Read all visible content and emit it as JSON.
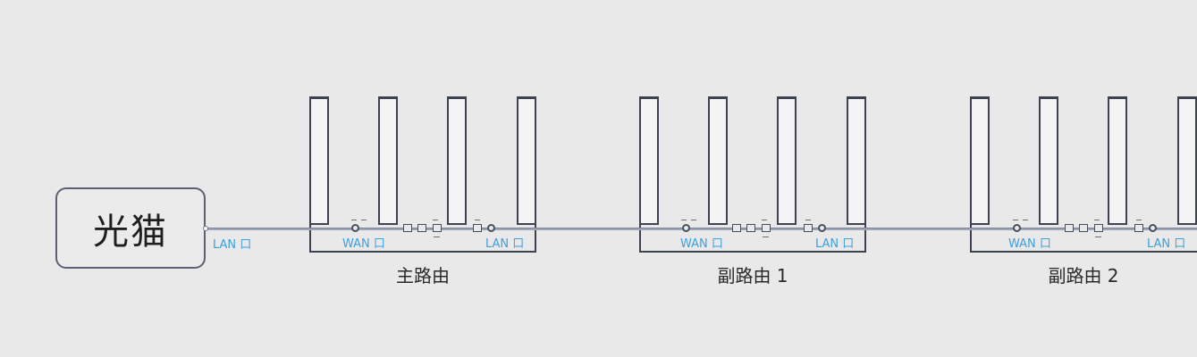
{
  "modem": {
    "label": "光猫",
    "port_label": "LAN 口"
  },
  "routers": [
    {
      "name": "主路由",
      "wan_label": "WAN 口",
      "lan_label": "LAN 口"
    },
    {
      "name": "副路由 1",
      "wan_label": "WAN 口",
      "lan_label": "LAN 口"
    },
    {
      "name": "副路由 2",
      "wan_label": "WAN 口",
      "lan_label": "LAN 口"
    }
  ],
  "colors": {
    "background": "#e9e9e9",
    "outline": "#3d4250",
    "port_label": "#3f9fdc",
    "link": "#9ea5b6"
  }
}
